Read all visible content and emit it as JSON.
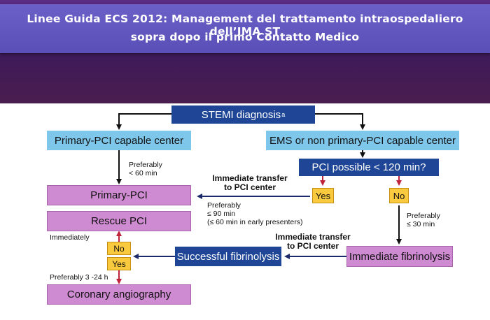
{
  "slide": {
    "title_line1": "Linee Guida ECS 2012: Management del trattamento intraospedaliero dell’IMA ST",
    "title_line2": "sopra dopo il primo Contatto Medico"
  },
  "flowchart": {
    "stemi_diagnosis": "STEMI diagnosis",
    "stemi_superscript": "a",
    "primary_pci_center": "Primary-PCI capable center",
    "ems_center": "EMS or non primary-PCI capable center",
    "pci_possible": "PCI possible < 120 min?",
    "yes": "Yes",
    "no": "No",
    "primary_pci": "Primary-PCI",
    "rescue_pci": "Rescue PCI",
    "successful_fibrinolysis": "Successful fibrinolysis",
    "immediate_fibrinolysis": "Immediate fibrinolysis",
    "coronary_angiography": "Coronary angiography",
    "decision_no": "No",
    "decision_yes": "Yes"
  },
  "annotations": {
    "preferably_60_line1": "Preferably",
    "preferably_60_line2": "< 60 min",
    "immediate_transfer_1_line1": "Immediate transfer",
    "immediate_transfer_1_line2": "to PCI center",
    "preferably_90_line1": "Preferably",
    "preferably_90_line2": "≤ 90 min",
    "preferably_90_line3": "(≤ 60 min in early presenters)",
    "preferably_30_line1": "Preferably",
    "preferably_30_line2": "≤ 30 min",
    "immediate_transfer_2_line1": "Immediate transfer",
    "immediate_transfer_2_line2": "to PCI center",
    "immediately": "Immediately",
    "preferably_3_24": "Preferably 3 -24 h"
  },
  "colors": {
    "light_blue": "#7ec7ea",
    "dark_blue": "#1f4596",
    "purple": "#cf8bd1",
    "yellow": "#f9c93e",
    "red_arrow": "#c0243a",
    "navy_arrow": "#1b2a6b"
  }
}
